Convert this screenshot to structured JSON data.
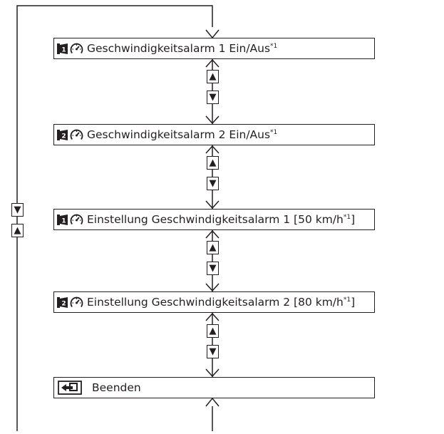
{
  "items": [
    {
      "label": "Geschwindigkeitsalarm 1 Ein/Aus",
      "sup": "*1",
      "number": "1",
      "icon": "speed-alarm-1-icon"
    },
    {
      "label": "Geschwindigkeitsalarm 2 Ein/Aus",
      "sup": "*1",
      "number": "2",
      "icon": "speed-alarm-2-icon"
    },
    {
      "label": "Einstellung Geschwindigkeitsalarm 1 [50 km/h",
      "sup": "*1",
      "suffix": "]",
      "number": "1",
      "icon": "speed-alarm-1-icon"
    },
    {
      "label": "Einstellung Geschwindigkeitsalarm 2 [80 km/h",
      "sup": "*1",
      "suffix": "]",
      "number": "2",
      "icon": "speed-alarm-2-icon"
    },
    {
      "label": "Beenden",
      "icon": "back-icon"
    }
  ],
  "buttons": {
    "up": "▲",
    "down": "▼"
  }
}
